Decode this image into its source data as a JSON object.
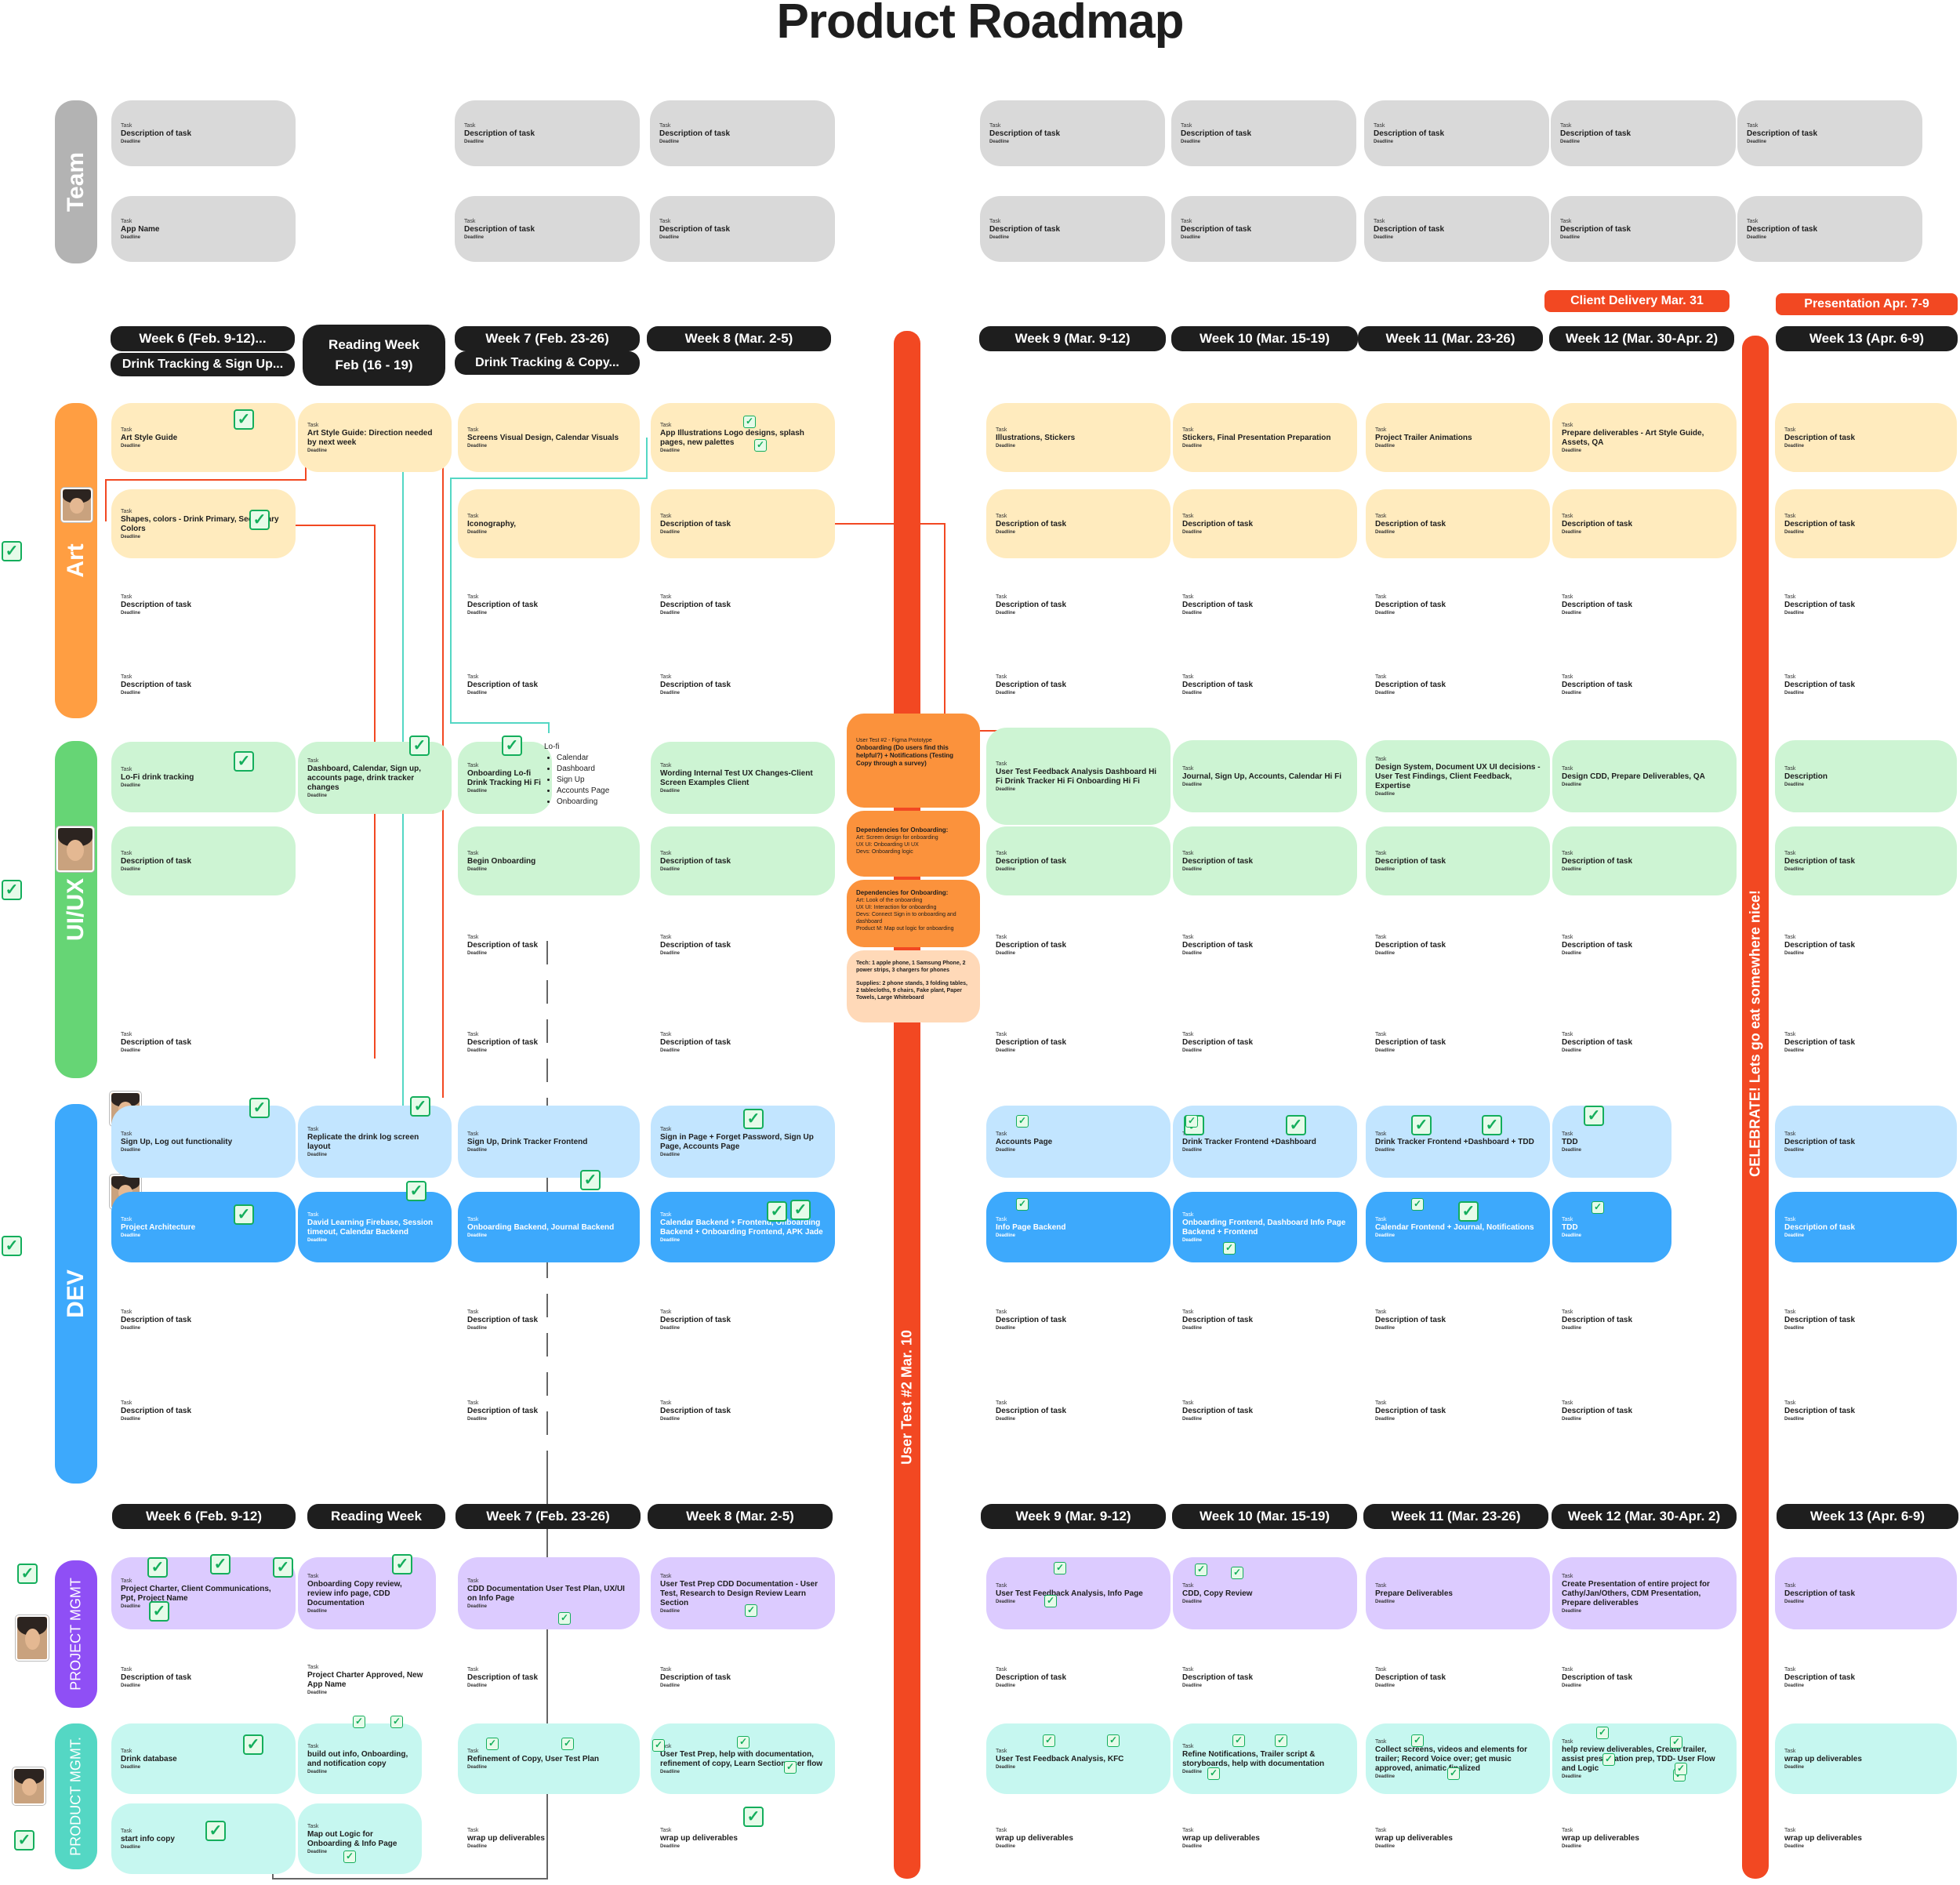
{
  "title": "Product Roadmap",
  "lanes": {
    "team": "Team",
    "art": "Art",
    "uiux": "UI/UX",
    "dev": "DEV",
    "pm1": "PROJECT MGMT",
    "pm2": "PRODUCT MGMT."
  },
  "card_label": "Task",
  "card_deadline": "Deadline",
  "week_headers_top": [
    "Week 6 (Feb. 9-12)...",
    "Week 7 (Feb. 23-26)",
    "Week 8 (Mar. 2-5)",
    "Week 9 (Mar. 9-12)",
    "Week 10 (Mar. 15-19)",
    "Week 11 (Mar. 23-26)",
    "Week 12 (Mar. 30-Apr. 2)",
    "Week 13 (Apr. 6-9)"
  ],
  "week_subheaders": [
    "Drink Tracking & Sign Up...",
    "Drink Tracking & Copy..."
  ],
  "reading_week": {
    "title": "Reading Week",
    "dates": "Feb (16 - 19)"
  },
  "week_headers_bottom": [
    "Week 6 (Feb. 9-12)",
    "Reading Week",
    "Week 7 (Feb. 23-26)",
    "Week 8 (Mar. 2-5)",
    "Week 9 (Mar. 9-12)",
    "Week 10 (Mar. 15-19)",
    "Week 11 (Mar. 23-26)",
    "Week 12 (Mar. 30-Apr. 2)",
    "Week 13 (Apr. 6-9)"
  ],
  "milestones": {
    "client_delivery": "Client Delivery Mar. 31",
    "presentation": "Presentation Apr. 7-9",
    "user_test": "User Test #2 Mar. 10",
    "celebrate": "CELEBRATE! Lets go eat somewhere nice!"
  },
  "team_cards": [
    "Description of task",
    "App Name"
  ],
  "art_cards": [
    "Art Style Guide",
    "Art Style Guide: Direction needed by next week",
    "Screens Visual Design, Calendar Visuals",
    "App Illustrations Logo designs, splash pages, new palettes",
    "Illustrations, Stickers",
    "Stickers, Final Presentation Preparation",
    "Project Trailer Animations",
    "Prepare deliverables - Art Style Guide, Assets, QA",
    "Description of task",
    "Shapes, colors - Drink Primary, Secondary Colors",
    "Iconography,",
    "Description of task",
    "Description of task",
    "Description of task",
    "Description of task"
  ],
  "uiux_cards": [
    "Lo-Fi drink tracking",
    "Dashboard, Calendar, Sign up, accounts page, drink tracker changes",
    "Onboarding Lo-fi Drink Tracking Hi Fi",
    "Wording Internal Test UX Changes-Client Screen Examples Client",
    "User Test Feedback Analysis Dashboard Hi Fi Drink Tracker Hi Fi Onboarding Hi Fi",
    "Journal, Sign Up, Accounts, Calendar Hi Fi",
    "Design System, Document UX UI decisions - User Test Findings, Client Feedback, Expertise",
    "Design CDD, Prepare Deliverables, QA",
    "Description",
    "Description of task",
    "Begin Onboarding",
    "Description of task"
  ],
  "lofi_list": {
    "title": "Lo-fi",
    "items": [
      "Calendar",
      "Dashboard",
      "Sign Up",
      "Accounts Page",
      "Onboarding"
    ]
  },
  "dev_cards": [
    "Sign Up, Log out functionality",
    "Replicate the drink log screen layout",
    "Sign Up, Drink Tracker Frontend",
    "Sign in Page + Forget Password, Sign Up Page, Accounts Page",
    "Accounts Page",
    "Drink Tracker Frontend +Dashboard",
    "Drink Tracker Frontend +Dashboard + TDD",
    "TDD",
    "Description of task",
    "Project Architecture",
    "David Learning Firebase, Session timeout, Calendar Backend",
    "Onboarding Backend, Journal Backend",
    "Calendar Backend + Frontend, Onboarding Backend + Onboarding Frontend, APK Jade",
    "Info Page Backend",
    "Onboarding Frontend, Dashboard Info Page Backend + Frontend",
    "Calendar Frontend + Journal, Notifications",
    "TDD",
    "Description of task"
  ],
  "pm1_cards": [
    "Project Charter, Client Communications, Ppt, Project Name",
    "Onboarding Copy review, review info page, CDD Documentation",
    "CDD Documentation User Test Plan, UX/UI on Info Page",
    "User Test Prep CDD Documentation - User Test, Research to Design Review Learn Section",
    "User Test Feedback Analysis, Info Page",
    "CDD, Copy Review",
    "Prepare Deliverables",
    "Create Presentation of entire project for Cathy/Jan/Others, CDM Presentation, Prepare deliverables",
    "Description of task",
    "Project Charter Approved, New App Name"
  ],
  "pm2_cards": [
    "Drink database",
    "build out info, Onboarding, and notification copy",
    "Refinement of Copy, User Test Plan",
    "User Test Prep, help with documentation, refinement of copy, Learn Section user flow",
    "User Test Feedback Analysis, KFC",
    "Refine Notifications, Trailer script & storyboards, help with documentation",
    "Collect screens, videos and elements for trailer; Record Voice over; get music approved, animatic finalized",
    "help review deliverables, Create trailer, assist presentation prep, TDD- User Flow and Logic",
    "wrap up deliverables",
    "start info copy",
    "Map out Logic for Onboarding & Info Page"
  ],
  "default_task": "Description of task",
  "notes": {
    "user_test": {
      "label": "User Test #2 - Figma Prototype",
      "body": "Onboarding (Do users find this helpful?) + Notifications (Testing Copy through a survey)"
    },
    "dep1": {
      "title": "Dependencies for Onboarding:",
      "lines": [
        "Art: Screen design for onboarding",
        "UX UI: Onboarding UI UX",
        "Devs: Onboarding logic"
      ]
    },
    "dep2": {
      "title": "Dependencies for Onboarding:",
      "lines": [
        "Art: Look of the onboarding",
        "UX UI: Interaction for onboarding",
        "Devs: Connect Sign in to onboarding and dashboard",
        "Product M: Map out logic for onboarding"
      ]
    },
    "supplies": {
      "tech": "Tech: 1 apple phone, 1 Samsung Phone, 2 power strips, 3 chargers for phones",
      "supplies": "Supplies: 2 phone stands, 3 folding tables, 2 tablecloths, 9 chairs, Fake plant, Paper Towels, Large Whiteboard"
    }
  },
  "colors": {
    "accent_red": "#f24822",
    "art": "#ff9e42",
    "uiux": "#66d575",
    "dev": "#3da9fc",
    "pm1": "#8f4ff5",
    "pm2": "#54d7c4",
    "team": "#b3b3b3"
  }
}
